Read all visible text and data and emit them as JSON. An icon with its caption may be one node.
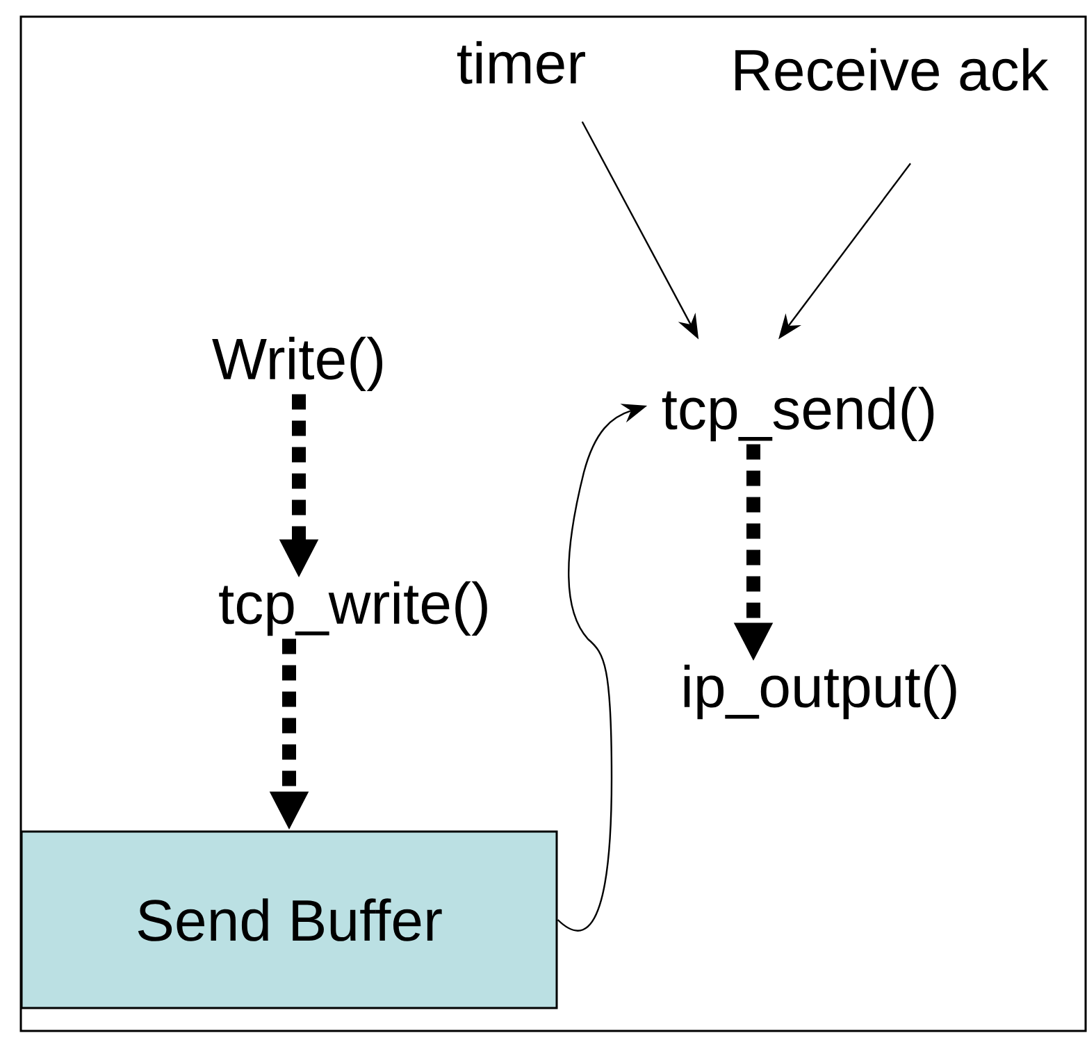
{
  "diagram": {
    "nodes": [
      {
        "text": [
          "timer"
        ]
      },
      {
        "text": [
          "Receive ack"
        ]
      },
      {
        "text": [
          "Write()"
        ]
      },
      {
        "text": [
          "tcp_send()"
        ]
      },
      {
        "text": [
          "tcp_write()"
        ]
      },
      {
        "text": [
          "ip_output()"
        ]
      },
      {
        "text": [
          "Send Buffer"
        ]
      }
    ],
    "edges": [
      {
        "from": 0,
        "to": 3,
        "arrow": "to"
      },
      {
        "from": 1,
        "to": 3,
        "arrow": "to"
      },
      {
        "from": 2,
        "to": 4,
        "arrow": "to",
        "style": "dashed"
      },
      {
        "from": 4,
        "to": 6,
        "arrow": "to",
        "style": "dashed"
      },
      {
        "from": 3,
        "to": 5,
        "arrow": "to",
        "style": "dashed"
      },
      {
        "from": 6,
        "to": 3,
        "arrow": "to"
      }
    ]
  }
}
